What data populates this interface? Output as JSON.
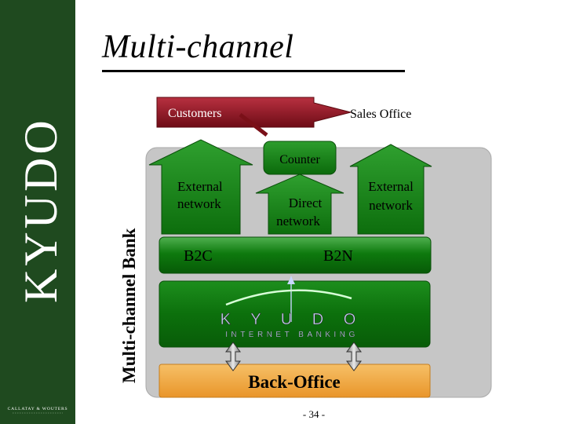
{
  "sidebar": {
    "brand_text": "KYUDO",
    "footer_logo_text": "CALLATAY & WOUTERS"
  },
  "slide": {
    "title": "Multi-channel",
    "side_label": "Multi-channel Bank",
    "page_number": "- 34 -"
  },
  "diagram": {
    "customers_label": "Customers",
    "sales_office_label": "Sales Office",
    "counter_label": "Counter",
    "external_network_left": [
      "External",
      "network"
    ],
    "direct_network": [
      "Direct",
      "network"
    ],
    "external_network_right": [
      "External",
      "network"
    ],
    "b2c_label": "B2C",
    "b2n_label": "B2N",
    "kyudo_logo_text": "K Y U D O",
    "kyudo_logo_subtext": "INTERNET BANKING",
    "back_office_label": "Back-Office"
  },
  "colors": {
    "sidebar_green": "#1f4a1f",
    "bar_green": "#0e7a0e",
    "arrow_green": "#178a17",
    "customers_red": "#8c1420",
    "panel_gray": "#c6c6c6",
    "back_office_orange": "#f1a93c"
  }
}
